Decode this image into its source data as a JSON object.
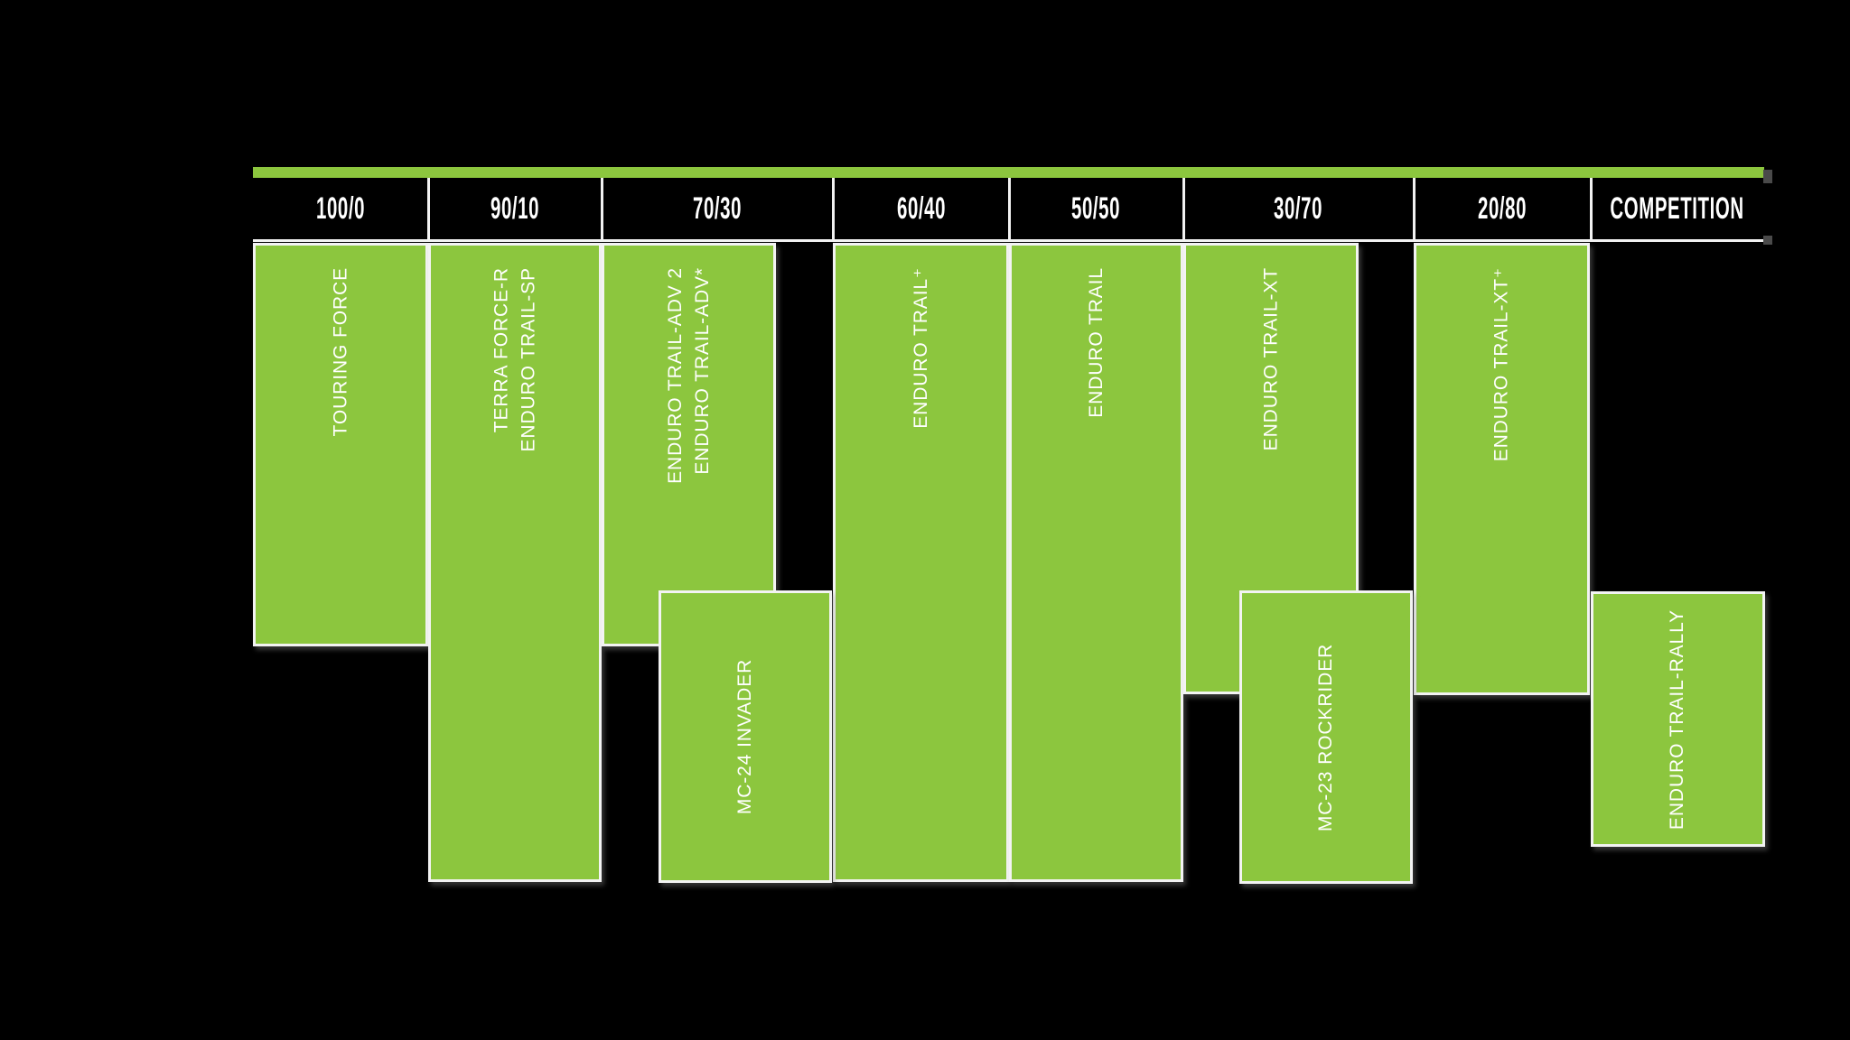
{
  "page": {
    "background": "#000000"
  },
  "colors": {
    "bar_green": "#8cc63e",
    "border_white": "#f3f3f3",
    "label_white": "#ffffff",
    "handle_gray": "#4a4a4a"
  },
  "header": {
    "categories": [
      {
        "label": "100/0"
      },
      {
        "label": "90/10"
      },
      {
        "label": "70/30"
      },
      {
        "label": "60/40"
      },
      {
        "label": "50/50"
      },
      {
        "label": "30/70"
      },
      {
        "label": "20/80"
      },
      {
        "label": "COMPETITION"
      }
    ]
  },
  "bars": [
    {
      "id": "touring-force",
      "column": "100/0",
      "tier": "primary",
      "lines": [
        "TOURING FORCE"
      ]
    },
    {
      "id": "terra-force-r",
      "column": "90/10",
      "tier": "primary",
      "lines": [
        "TERRA FORCE-R",
        "ENDURO TRAIL-SP"
      ]
    },
    {
      "id": "enduro-trail-adv",
      "column": "70/30",
      "tier": "primary",
      "lines": [
        "ENDURO TRAIL-ADV 2",
        "ENDURO TRAIL-ADV*"
      ]
    },
    {
      "id": "enduro-trail-plus",
      "column": "60/40",
      "tier": "primary",
      "lines": [
        "ENDURO TRAIL⁺"
      ]
    },
    {
      "id": "enduro-trail",
      "column": "50/50",
      "tier": "primary",
      "lines": [
        "ENDURO TRAIL"
      ]
    },
    {
      "id": "enduro-trail-xt",
      "column": "30/70",
      "tier": "primary",
      "lines": [
        "ENDURO TRAIL-XT"
      ]
    },
    {
      "id": "enduro-trail-xt-plus",
      "column": "20/80",
      "tier": "primary",
      "lines": [
        "ENDURO TRAIL-XT⁺"
      ]
    },
    {
      "id": "mc-24-invader",
      "column": "70/30",
      "tier": "secondary",
      "lines": [
        "MC-24 INVADER"
      ]
    },
    {
      "id": "mc-23-rockrider",
      "column": "30/70",
      "tier": "secondary",
      "lines": [
        "MC-23 ROCKRIDER"
      ]
    },
    {
      "id": "enduro-trail-rally",
      "column": "COMPETITION",
      "tier": "secondary",
      "lines": [
        "ENDURO TRAIL-RALLY"
      ]
    }
  ],
  "chart_data": {
    "type": "table",
    "title": "",
    "columns": [
      "100/0",
      "90/10",
      "70/30",
      "60/40",
      "50/50",
      "30/70",
      "20/80",
      "COMPETITION"
    ],
    "rows": [
      {
        "column": "100/0",
        "products": [
          "TOURING FORCE"
        ]
      },
      {
        "column": "90/10",
        "products": [
          "TERRA FORCE-R",
          "ENDURO TRAIL-SP"
        ]
      },
      {
        "column": "70/30",
        "products": [
          "ENDURO TRAIL-ADV 2",
          "ENDURO TRAIL-ADV*",
          "MC-24 INVADER"
        ]
      },
      {
        "column": "60/40",
        "products": [
          "ENDURO TRAIL⁺"
        ]
      },
      {
        "column": "50/50",
        "products": [
          "ENDURO TRAIL"
        ]
      },
      {
        "column": "30/70",
        "products": [
          "ENDURO TRAIL-XT",
          "MC-23 ROCKRIDER"
        ]
      },
      {
        "column": "20/80",
        "products": [
          "ENDURO TRAIL-XT⁺"
        ]
      },
      {
        "column": "COMPETITION",
        "products": [
          "ENDURO TRAIL-RALLY"
        ]
      }
    ],
    "layout_hints": {
      "header_position": "top",
      "bar_color": "#8cc63e",
      "background": "#000000",
      "grid": false,
      "label_orientation": "rotated-90-ccw"
    }
  }
}
